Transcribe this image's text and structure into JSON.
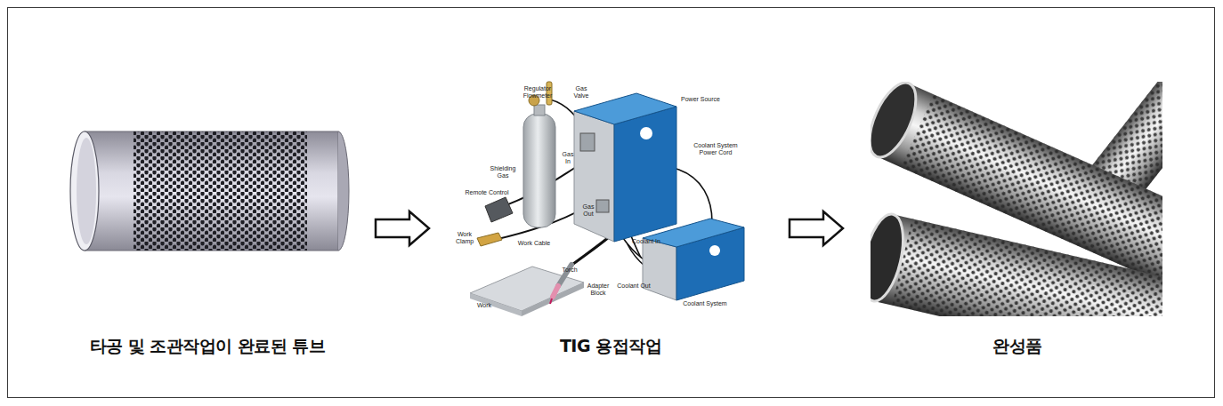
{
  "diagram": {
    "nodes": [
      {
        "text": [
          "타공 및 조관작업이 완료된 튜브"
        ]
      },
      {
        "text": [
          "TIG 용접작업"
        ]
      },
      {
        "text": [
          "완성품"
        ]
      }
    ],
    "edges": [
      {
        "from": 0,
        "to": 1,
        "arrow": "to"
      },
      {
        "from": 1,
        "to": 2,
        "arrow": "to"
      }
    ],
    "labels": [
      "Regulator Flowmeter",
      "Gas Valve",
      "Power Source",
      "Coolant System Power Cord",
      "Shielding Gas",
      "Gas In",
      "Remote Control",
      "Gas Out",
      "Work Clamp",
      "Work Cable",
      "Coolant In",
      "Adapter Block",
      "Coolant Out",
      "Coolant System",
      "Torch",
      "Work"
    ]
  }
}
